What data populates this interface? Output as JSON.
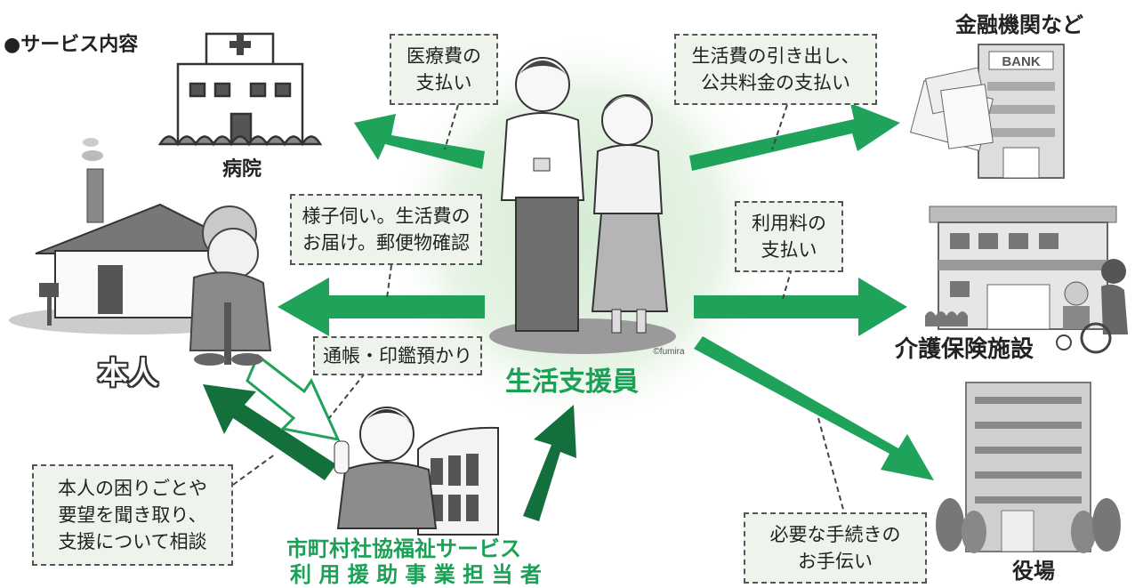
{
  "header": {
    "service_title": "●サービス内容"
  },
  "nodes": {
    "hospital": "病院",
    "bank": "金融機関など",
    "bank_sign": "BANK",
    "care_facility": "介護保険施設",
    "town_hall": "役場",
    "person": "本人",
    "supporter": "生活支援員",
    "coordinator_line1": "市町村社協福祉サービス",
    "coordinator_line2": "利 用 援 助 事 業 担 当 者"
  },
  "callouts": {
    "medical": [
      "医療費の",
      "支払い"
    ],
    "living": [
      "生活費の引き出し、",
      "公共料金の支払い"
    ],
    "visit": [
      "様子伺い。生活費の",
      "お届け。郵便物確認"
    ],
    "usage": [
      "利用料の",
      "支払い"
    ],
    "passbook": [
      "通帳・印鑑預かり"
    ],
    "consult": [
      "本人の困りごとや",
      "要望を聞き取り、",
      "支援について相談"
    ],
    "procedures": [
      "必要な手続きの",
      "お手伝い"
    ]
  },
  "credit": "©fumira",
  "colors": {
    "arrow_green": "#1fa35a",
    "arrow_dark": "#13703c",
    "label_green": "#1aa156"
  }
}
